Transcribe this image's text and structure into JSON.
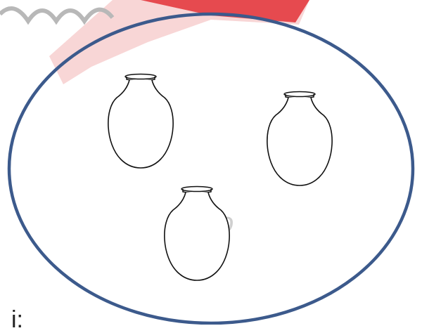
{
  "diagram": {
    "shape": "oval-set",
    "item_icon": "vase-icon",
    "item_count": 3,
    "colors": {
      "oval_stroke": "#3c5a8c",
      "vase_stroke": "#111111",
      "watermark_red": "#e64a4f",
      "watermark_pink": "#f8d6d6",
      "watermark_text": "#bcbcbc"
    }
  },
  "watermark": {
    "text": "yo"
  },
  "bottom_fragment": {
    "text": "i:"
  }
}
